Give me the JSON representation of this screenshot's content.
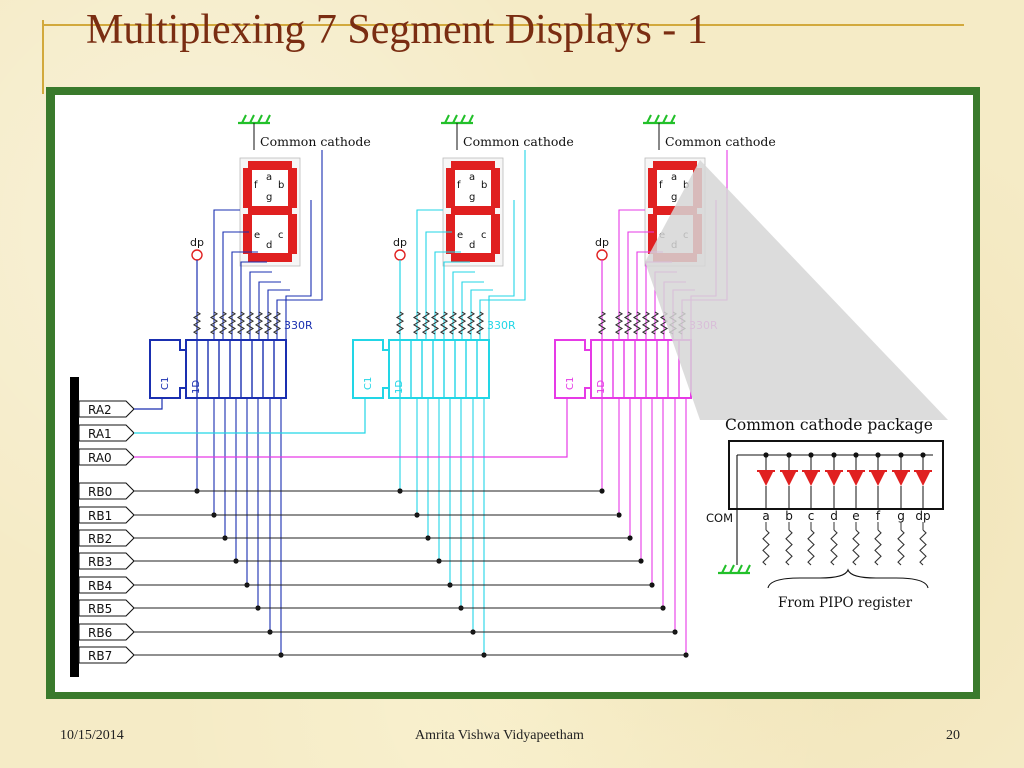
{
  "slide": {
    "title": "Multiplexing 7 Segment Displays - 1",
    "footer_date": "10/15/2014",
    "footer_org": "Amrita Vishwa Vidyapeetham",
    "footer_page": "20"
  },
  "diagram": {
    "display_label": "Common  cathode",
    "segments": [
      "a",
      "b",
      "f",
      "g",
      "e",
      "c",
      "d"
    ],
    "dp_label": "dp",
    "resistor_label": "330R",
    "latch_clock_label": "C1",
    "latch_data_label": "1D",
    "port_pins": [
      "RA2",
      "RA1",
      "RA0",
      "RB0",
      "RB1",
      "RB2",
      "RB3",
      "RB4",
      "RB5",
      "RB6",
      "RB7"
    ],
    "package_title": "Common  cathode  package",
    "package_com_label": "COM",
    "package_pins": [
      "a",
      "b",
      "c",
      "d",
      "e",
      "f",
      "g",
      "dp"
    ],
    "package_caption": "From PIPO register",
    "colors": {
      "display1": "#1a2fb0",
      "display2": "#22d6e6",
      "display3": "#e63ae6",
      "segment": "#e02020",
      "ground": "#22c02a",
      "wire": "#222222"
    }
  }
}
